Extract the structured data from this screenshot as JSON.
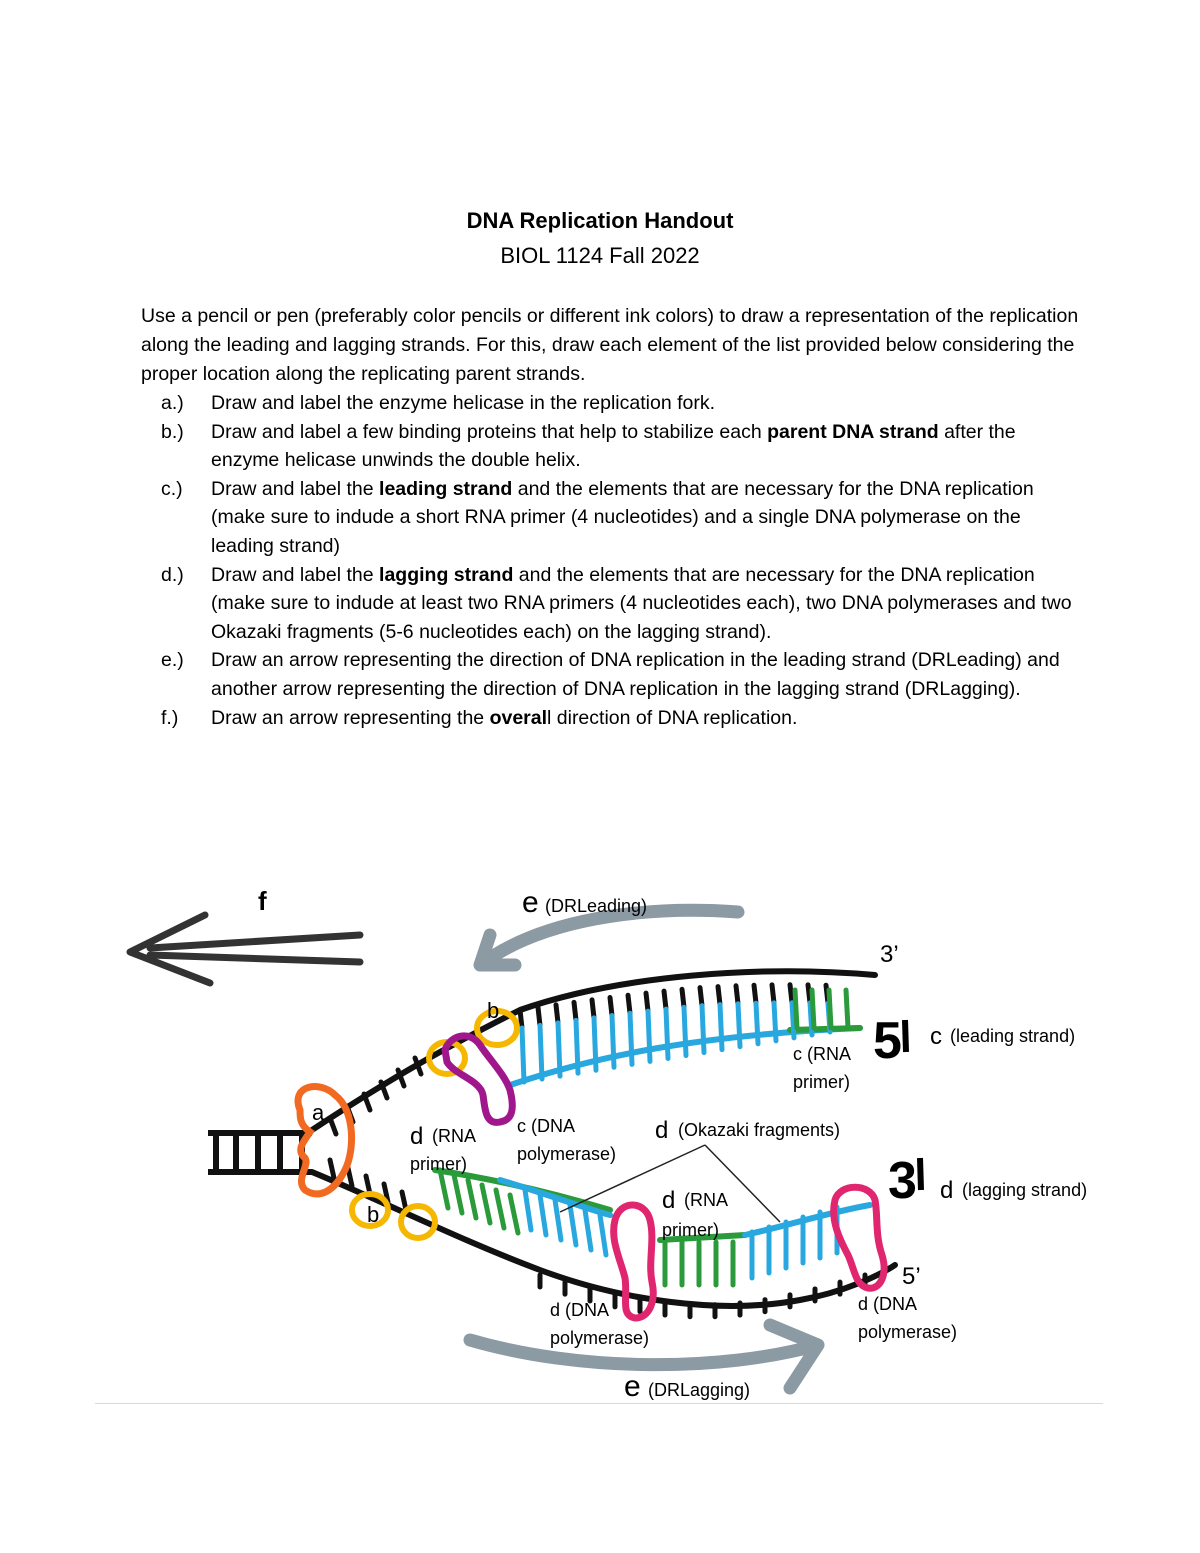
{
  "header": {
    "title": "DNA Replication Handout",
    "subtitle": "BIOL 1124 Fall 2022"
  },
  "intro": "Use a pencil or pen (preferably color pencils or different ink colors) to draw a representation of the replication along the leading and lagging strands. For this, draw each element of the list provided below considering the proper location along the replicating parent strands.",
  "tasks": [
    {
      "marker": "a.)",
      "text": "Draw and label the enzyme helicase in the replication fork."
    },
    {
      "marker": "b.)",
      "before": "Draw and label a few binding proteins that help to stabilize each ",
      "bold": "parent DNA strand",
      "after": " after the enzyme helicase unwinds the double helix."
    },
    {
      "marker": "c.)",
      "before": "Draw and label the ",
      "bold": "leading strand",
      "after": " and the elements that are necessary for the DNA replication (make sure to indude a short RNA primer (4 nucleotides) and a single DNA polymerase on the leading strand)"
    },
    {
      "marker": "d.)",
      "before": "Draw and label the ",
      "bold": "lagging strand",
      "after": " and the elements that are necessary for the DNA replication (make sure to indude at least two RNA primers (4 nucleotides each), two DNA polymerases and two Okazaki fragments (5-6 nucleotides each) on the lagging strand)."
    },
    {
      "marker": "e.)",
      "text": "Draw an arrow representing the direction of DNA replication in the leading strand (DRLeading) and another arrow representing the direction of DNA replication in the lagging strand (DRLagging)."
    },
    {
      "marker": "f.)",
      "before": "Draw an arrow representing the ",
      "bold": "overal",
      "after": "l direction of DNA replication."
    }
  ],
  "diagram": {
    "labels": {
      "f": "f",
      "e_leading_letter": "e",
      "e_leading_text": "(DRLeading)",
      "three_prime_top": "3’",
      "b_top": "b",
      "five_prime_big": "5",
      "c_leading_letter": "c",
      "c_leading_text": "(leading strand)",
      "c_rna_line1": "c (RNA",
      "c_rna_line2": "primer)",
      "a": "a",
      "d_rna_left_line1": "(RNA",
      "d_rna_left_line2": "primer)",
      "d_letter": "d",
      "c_dna_line1": "c (DNA",
      "c_dna_line2": "polymerase)",
      "d_okazaki_text": "(Okazaki fragments)",
      "three_big": "3",
      "d_lagging_text": "(lagging strand)",
      "b_bottom": "b",
      "d_rna_mid_line1": "(RNA",
      "d_rna_mid_line2": "primer)",
      "five_prime_bottom": "5’",
      "d_dna_mid_line1": "d (DNA",
      "d_dna_mid_line2": "polymerase)",
      "d_dna_right_line1": "d (DNA",
      "d_dna_right_line2": "polymerase)",
      "e_lagging_letter": "e",
      "e_lagging_text": "(DRLagging)"
    },
    "colors": {
      "helicase": "#f26a21",
      "binding_protein": "#f5b700",
      "leading_polymerase": "#a0168c",
      "lagging_polymerase": "#e0266f",
      "new_dna": "#29a8e0",
      "rna_primer": "#2a9a3a",
      "arrow": "#8b9aa3",
      "parent_dna": "#111111"
    }
  }
}
